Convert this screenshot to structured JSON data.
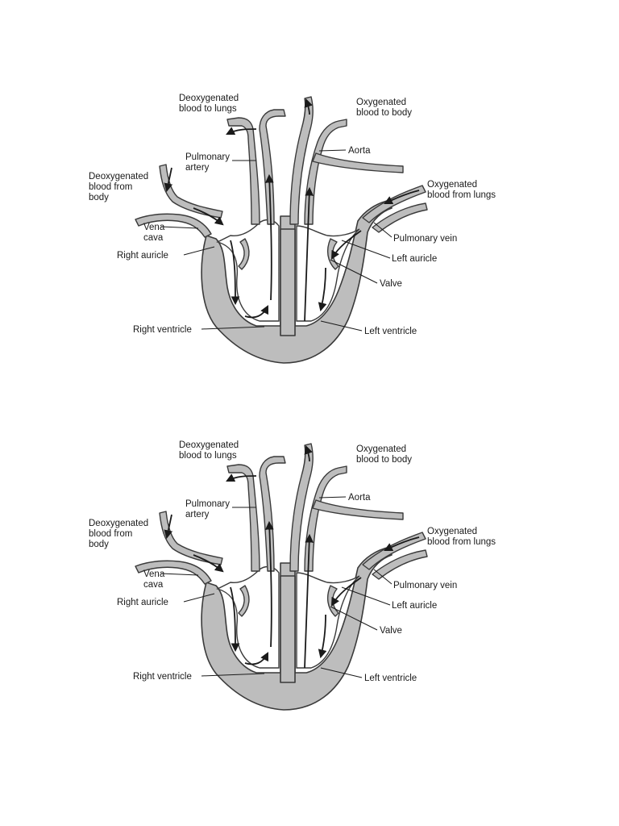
{
  "diagrams": [
    {
      "labels": {
        "deoxy_to_lungs": [
          "Deoxygenated",
          "blood to lungs"
        ],
        "oxy_to_body": [
          "Oxygenated",
          "blood to body"
        ],
        "aorta": [
          "Aorta"
        ],
        "pulmonary_artery": [
          "Pulmonary",
          "artery"
        ],
        "deoxy_from_body": [
          "Deoxygenated",
          "blood from",
          "body"
        ],
        "oxy_from_lungs": [
          "Oxygenated",
          "blood from lungs"
        ],
        "vena_cava": [
          "Vena",
          "cava"
        ],
        "pulmonary_vein": [
          "Pulmonary vein"
        ],
        "right_auricle": [
          "Right auricle"
        ],
        "left_auricle": [
          "Left auricle"
        ],
        "valve": [
          "Valve"
        ],
        "right_ventricle": [
          "Right ventricle"
        ],
        "left_ventricle": [
          "Left ventricle"
        ]
      }
    },
    {
      "labels": {
        "deoxy_to_lungs": [
          "Deoxygenated",
          "blood to lungs"
        ],
        "oxy_to_body": [
          "Oxygenated",
          "blood to body"
        ],
        "aorta": [
          "Aorta"
        ],
        "pulmonary_artery": [
          "Pulmonary",
          "artery"
        ],
        "deoxy_from_body": [
          "Deoxygenated",
          "blood from",
          "body"
        ],
        "oxy_from_lungs": [
          "Oxygenated",
          "blood from lungs"
        ],
        "vena_cava": [
          "Vena",
          "cava"
        ],
        "pulmonary_vein": [
          "Pulmonary vein"
        ],
        "right_auricle": [
          "Right auricle"
        ],
        "left_auricle": [
          "Left auricle"
        ],
        "valve": [
          "Valve"
        ],
        "right_ventricle": [
          "Right ventricle"
        ],
        "left_ventricle": [
          "Left ventricle"
        ]
      }
    }
  ]
}
